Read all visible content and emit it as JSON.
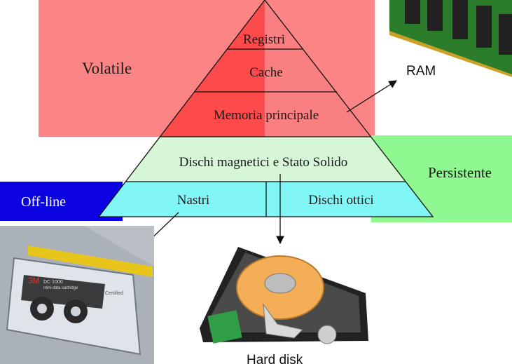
{
  "regions": {
    "volatile_label": "Volatile",
    "persistent_label": "Persistente",
    "offline_label": "Off-line"
  },
  "pyramid": {
    "registers": "Registri",
    "cache": "Cache",
    "main_memory": "Memoria principale",
    "disks": "Dischi magnetici e Stato Solido",
    "tapes": "Nastri",
    "optical": "Dischi ottici"
  },
  "images": {
    "ram_caption": "RAM",
    "tape_brand": "3M",
    "tape_model": "DC 1000",
    "tape_sub": "mini data cartridge",
    "tape_corner": "Certified",
    "harddisk_caption": "Hard disk"
  },
  "colors": {
    "volatile_bg": "#fb8585",
    "persistent_bg": "#90f891",
    "offline_bg": "#0a02e0",
    "pyramid_red": "#fd4a4a",
    "pyramid_pink": "#f97f81",
    "disks_level": "#d6f7d5",
    "tape_level": "#80f7f6"
  }
}
